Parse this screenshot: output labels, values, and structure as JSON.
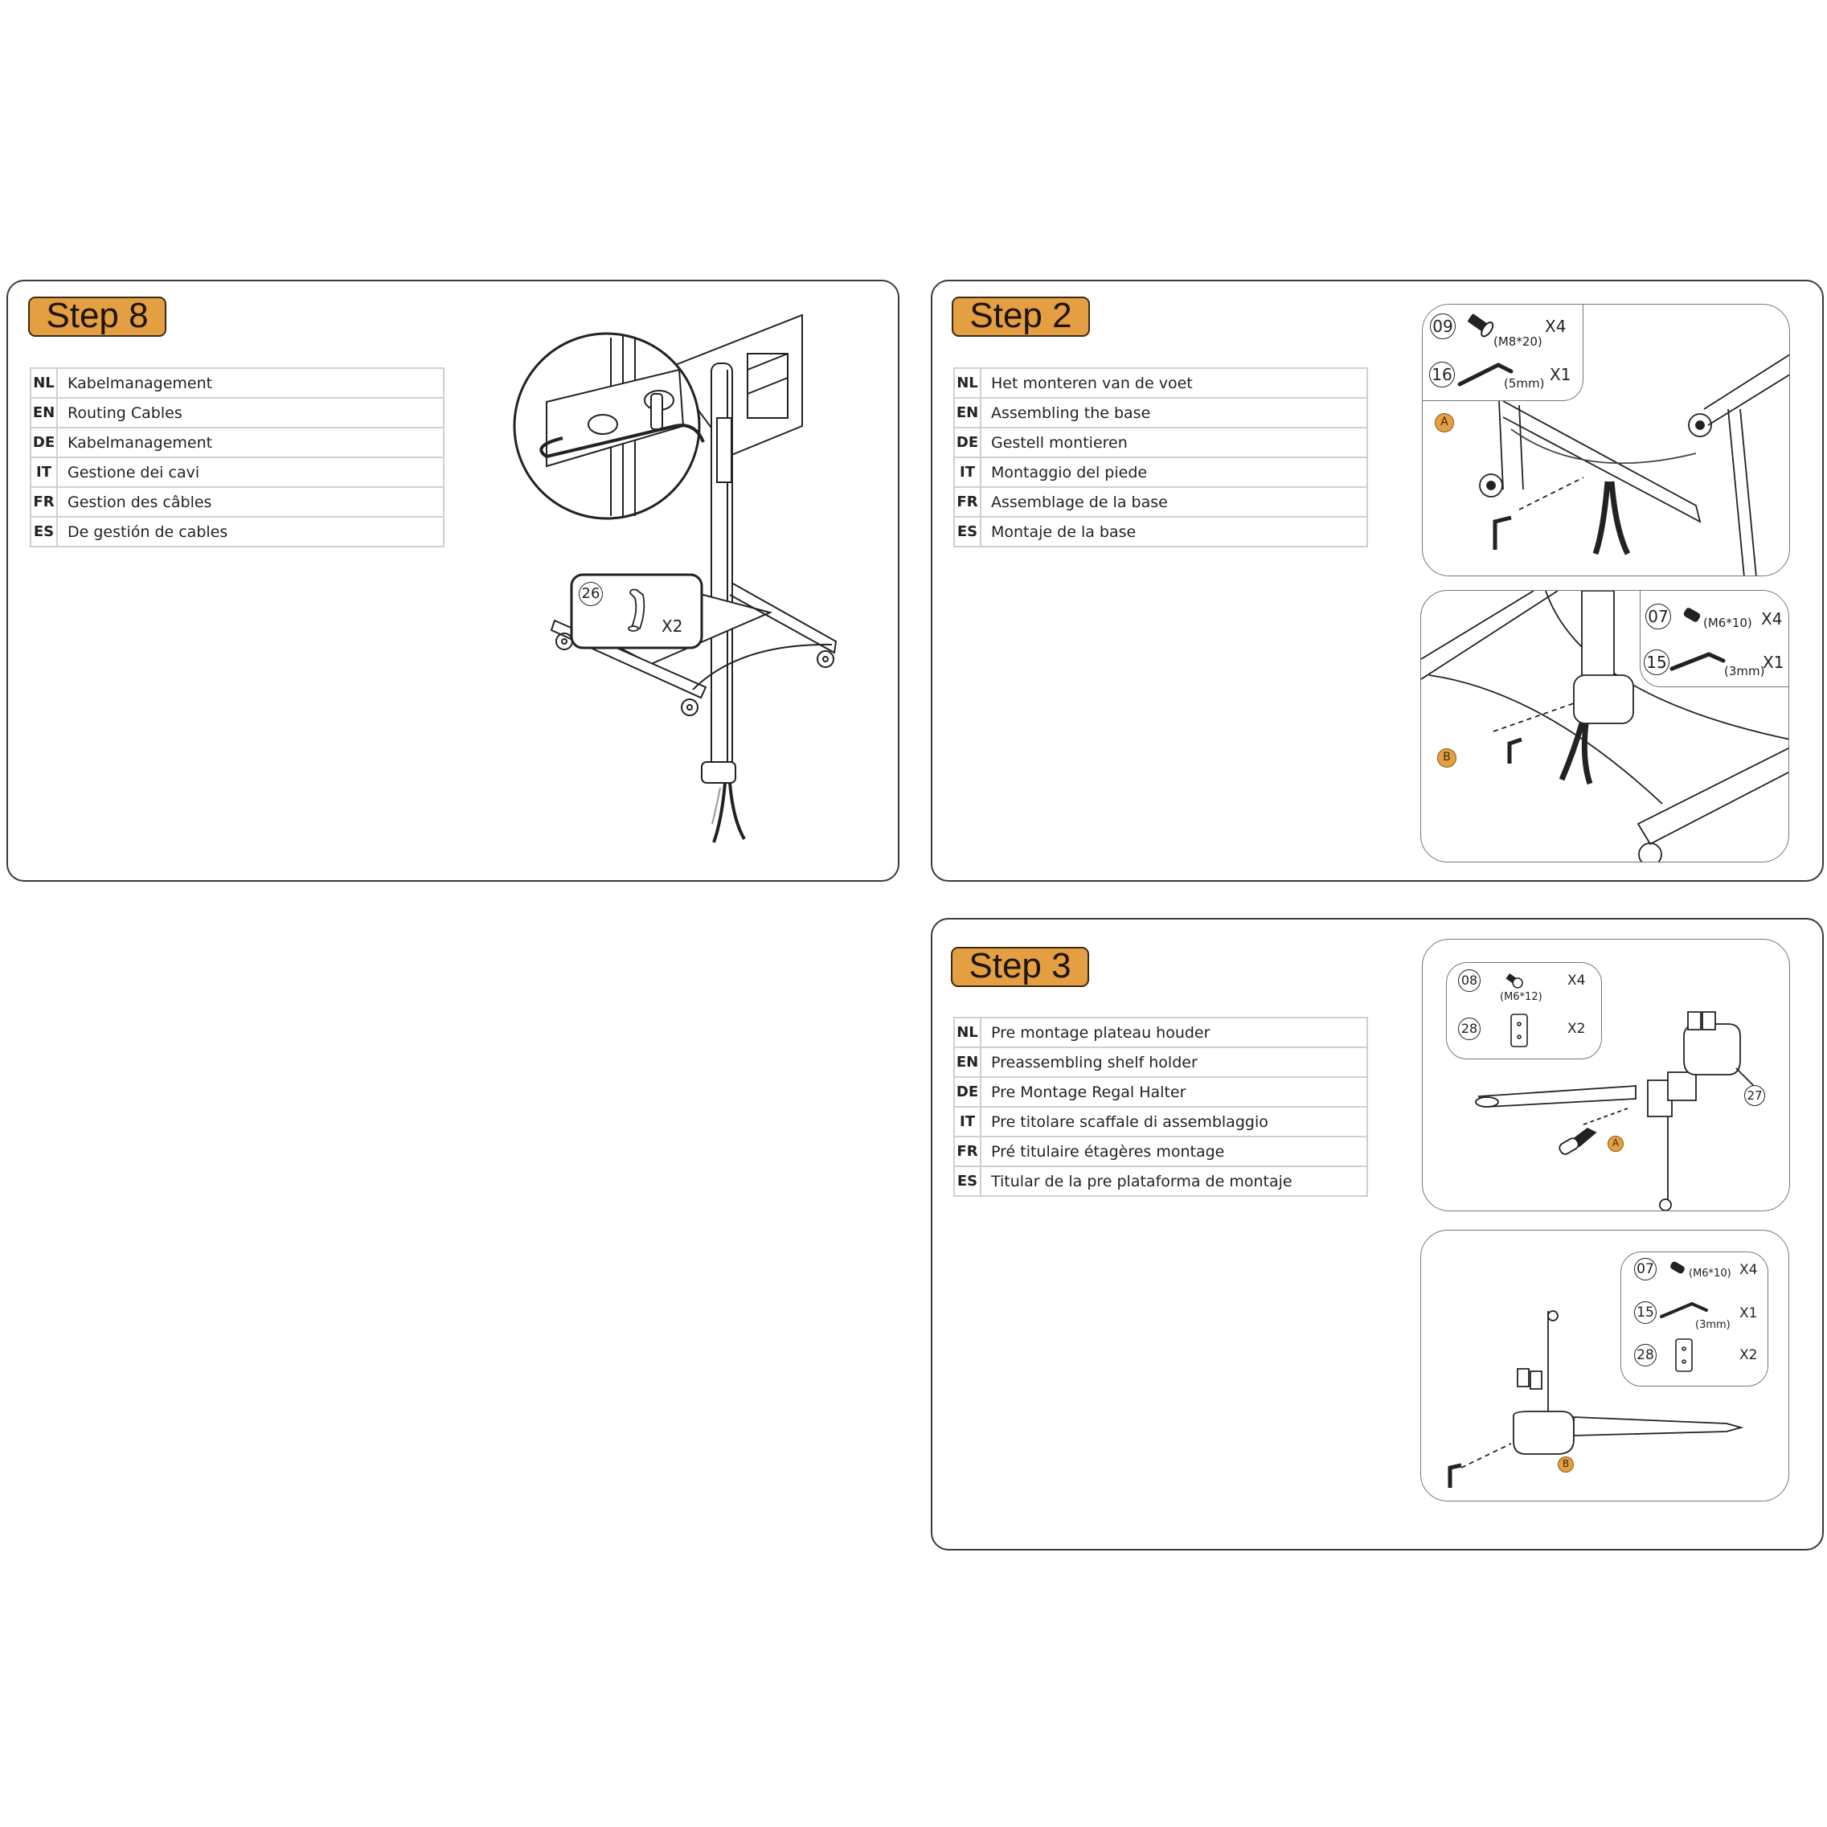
{
  "steps": [
    {
      "id": "step8",
      "badge": "Step 8",
      "instructions": [
        {
          "code": "NL",
          "text": "Kabelmanagement"
        },
        {
          "code": "EN",
          "text": "Routing Cables"
        },
        {
          "code": "DE",
          "text": "Kabelmanagement"
        },
        {
          "code": "IT",
          "text": "Gestione dei cavi"
        },
        {
          "code": "FR",
          "text": "Gestion des câbles"
        },
        {
          "code": "ES",
          "text": "De gestión de cables"
        }
      ],
      "parts": [
        {
          "number": "26",
          "icon": "cable-clip-icon",
          "qty": "X2"
        }
      ]
    },
    {
      "id": "step2",
      "badge": "Step 2",
      "instructions": [
        {
          "code": "NL",
          "text": "Het monteren van de voet"
        },
        {
          "code": "EN",
          "text": "Assembling the base"
        },
        {
          "code": "DE",
          "text": "Gestell montieren"
        },
        {
          "code": "IT",
          "text": "Montaggio del piede"
        },
        {
          "code": "FR",
          "text": "Assemblage de la base"
        },
        {
          "code": "ES",
          "text": "Montaje de la base"
        }
      ],
      "subpanels": [
        {
          "callout": "A",
          "parts": [
            {
              "number": "09",
              "icon": "countersunk-bolt-icon",
              "spec": "(M8*20)",
              "qty": "X4"
            },
            {
              "number": "16",
              "icon": "allen-key-icon",
              "spec": "(5mm)",
              "qty": "X1"
            }
          ]
        },
        {
          "callout": "B",
          "parts": [
            {
              "number": "07",
              "icon": "set-screw-icon",
              "spec": "(M6*10)",
              "qty": "X4"
            },
            {
              "number": "15",
              "icon": "allen-key-icon",
              "spec": "(3mm)",
              "qty": "X1"
            }
          ]
        }
      ]
    },
    {
      "id": "step3",
      "badge": "Step 3",
      "instructions": [
        {
          "code": "NL",
          "text": "Pre montage plateau houder"
        },
        {
          "code": "EN",
          "text": "Preassembling shelf holder"
        },
        {
          "code": "DE",
          "text": "Pre Montage Regal Halter"
        },
        {
          "code": "IT",
          "text": "Pre titolare scaffale di assemblaggio"
        },
        {
          "code": "FR",
          "text": "Pré titulaire étagères montage"
        },
        {
          "code": "ES",
          "text": "Titular de la pre plataforma de montaje"
        }
      ],
      "subpanels": [
        {
          "callout": "A",
          "part_label": "27",
          "parts": [
            {
              "number": "08",
              "icon": "phillips-screw-icon",
              "spec": "(M6*12)",
              "qty": "X4"
            },
            {
              "number": "28",
              "icon": "spacer-plate-icon",
              "spec": "",
              "qty": "X2"
            }
          ]
        },
        {
          "callout": "B",
          "parts": [
            {
              "number": "07",
              "icon": "set-screw-icon",
              "spec": "(M6*10)",
              "qty": "X4"
            },
            {
              "number": "15",
              "icon": "allen-key-icon",
              "spec": "(3mm)",
              "qty": "X1"
            },
            {
              "number": "28",
              "icon": "spacer-plate-icon",
              "spec": "",
              "qty": "X2"
            }
          ]
        }
      ]
    }
  ],
  "colors": {
    "badge": "#E39F42",
    "badge_border": "#3b2a14",
    "panel_border": "#3a3a3a",
    "table_border": "#cfcfcf"
  }
}
